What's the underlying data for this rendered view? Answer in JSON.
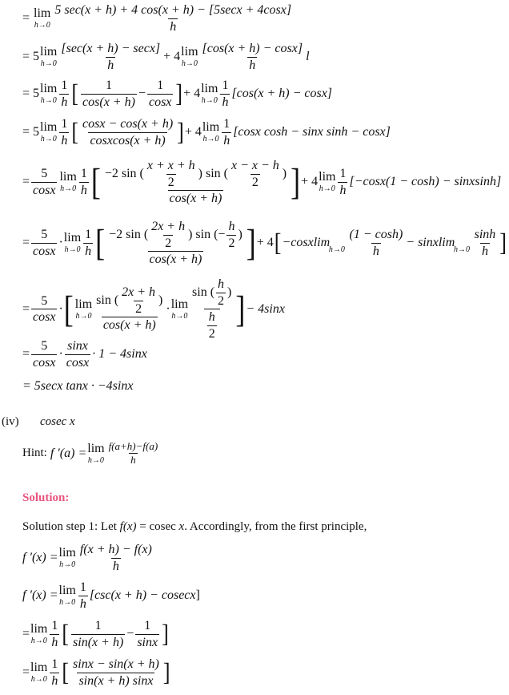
{
  "document": {
    "part1_steps": [
      {
        "id": "s1",
        "text": "= lim_{h→0} [5 sec(x + h) + 4 cos(x + h) − [5secx + 4cosx]] / h"
      },
      {
        "id": "s2",
        "text": "= 5lim_{h→0} [sec(x + h) − secx]/h + 4lim_{h→0} [cos(x + h) − cosx]/h l"
      },
      {
        "id": "s3",
        "text": "= 5lim_{h→0} 1/h [1/cos(x + h) − 1/cosx] + 4lim_{h→0} 1/h [cos(x + h) − cosx]"
      },
      {
        "id": "s4",
        "text": "= 5lim_{h→0} 1/h [(cosx − cos(x + h))/(cosxcos(x + h))] + 4lim_{h→0} 1/h [cosx cosh − sinx sinh − cosx]"
      },
      {
        "id": "s5",
        "text": "= 5/cosx lim_{h→0} 1/h [−2 sin((x + x + h)/2) sin((x − x − h)/2) / cos(x + h)] + 4lim_{h→0} 1/h [−cosx(1 − cosh) − sinxsinh]"
      },
      {
        "id": "s6",
        "text": "= 5/cosx · lim_{h→0} 1/h [−2 sin((2x + h)/2) sin(−h/2) / cos(x + h)] + 4[−cosxlim_{h→0} (1 − cosh)/h − sinxlim_{h→0} sinh/h]"
      },
      {
        "id": "s7",
        "text": "= 5/cosx · [lim_{h→0} sin((2x + h)/2)/cos(x + h) · lim_{h→0} sin(h/2)/(h/2)] − 4sinx"
      },
      {
        "id": "s8",
        "text": "= 5/cosx · sinx/cosx · 1 − 4sinx"
      },
      {
        "id": "s9",
        "text": "= 5secx tanx · −4sinx"
      }
    ],
    "tokens": {
      "eq": "=",
      "lim": "lim",
      "h_to_0": "h→0",
      "one": "1",
      "h": "h",
      "five": "5",
      "four": "4",
      "two": "2",
      "plus": "+",
      "minus": "−",
      "dot": "·",
      "l_bracket": "[",
      "r_bracket": "]",
      "s1_num": "5 sec(x + h) + 4 cos(x + h) − [5secx + 4cosx]",
      "s2_num1": "[sec(x + h) − secx]",
      "s2_coef1": "= 5",
      "s2_coef2": "+ 4",
      "s2_num2": "[cos(x + h) − cosx]",
      "s2_tail": "l",
      "s3_den1": "cos(x + h)",
      "s3_den2": "cosx",
      "s3_tail": "[cos(x + h) − cosx]",
      "s4_num": "cosx − cos(x + h)",
      "s4_den": "cosxcos(x + h)",
      "s4_tail": "[cosx cosh − sinx sinh − cosx]",
      "cosx": "cosx",
      "s5_neg2sin": "−2 sin",
      "s5_arg1": "x + x + h",
      "s5_sin": "sin",
      "s5_arg2": "x − x − h",
      "s5_den": "cos(x + h)",
      "s5_tail": "[−cosx(1 − cosh) − sinxsinh]",
      "s6_arg1": "2x + h",
      "s6_neg": "−",
      "s6_inner_a": "−cosxlim",
      "s6_frac_num": "(1 − cosh)",
      "s6_inner_b": "− sinxlim",
      "s6_frac2_num": "sinh",
      "s6_plus4": "+ 4",
      "s7_sin": "sin",
      "s7_tail": "− 4sinx",
      "s8_sinx": "sinx",
      "s8_tail": "· 1 − 4sinx",
      "s9": "= 5secx tanx · −4sinx"
    },
    "part_iv": {
      "label": "(iv)",
      "function": "cosec x",
      "hint_label": "Hint:",
      "hint_lhs": "f ′(a) =",
      "hint_num": "f(a+h)−f(a)",
      "hint_den": "h",
      "solution_heading": "Solution:",
      "solution_heading_color": "#e8557f",
      "step1_text_a": "Solution step 1: Let ",
      "step1_fx": "f(x)",
      "step1_text_b": " = cosec ",
      "step1_x": "x",
      "step1_text_c": ". Accordingly, from the first principle,",
      "d1_lhs": "f ′(x) =",
      "d1_num": "f(x + h) − f(x)",
      "d2_lhs": "f ′(x) =",
      "d2_tail_a": "[csc(x + h) − ",
      "d2_tail_b": "cosecx",
      "d2_tail_c": "]",
      "d3_den1": "sin(x + h)",
      "d3_den2": "sinx",
      "d4_num": "sinx − sin(x + h)",
      "d4_den": "sin(x + h) sinx"
    }
  }
}
